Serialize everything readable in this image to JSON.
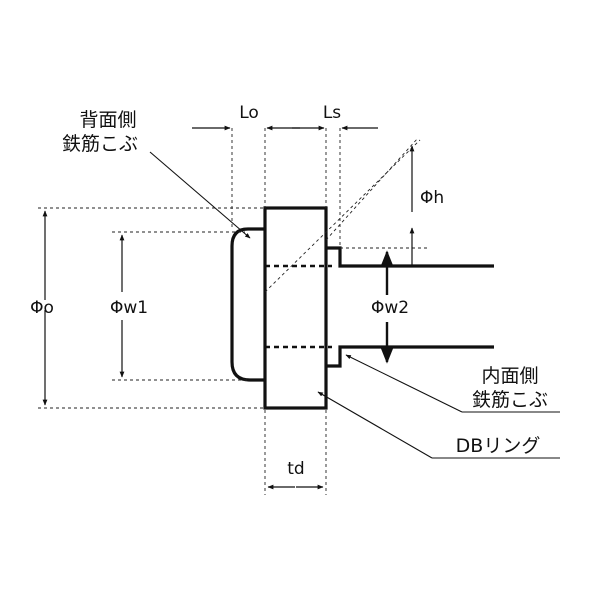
{
  "labels": {
    "back_rib_line1": "背面側",
    "back_rib_line2": "鉄筋こぶ",
    "inner_rib_line1": "内面側",
    "inner_rib_line2": "鉄筋こぶ",
    "db_ring": "DBリング",
    "lo": "Lo",
    "ls": "Ls",
    "phi_h": "Φh",
    "phi_o": "Φo",
    "phi_w1": "Φw1",
    "phi_w2": "Φw2",
    "td": "td"
  },
  "colors": {
    "line": "#111111",
    "background": "#ffffff"
  }
}
